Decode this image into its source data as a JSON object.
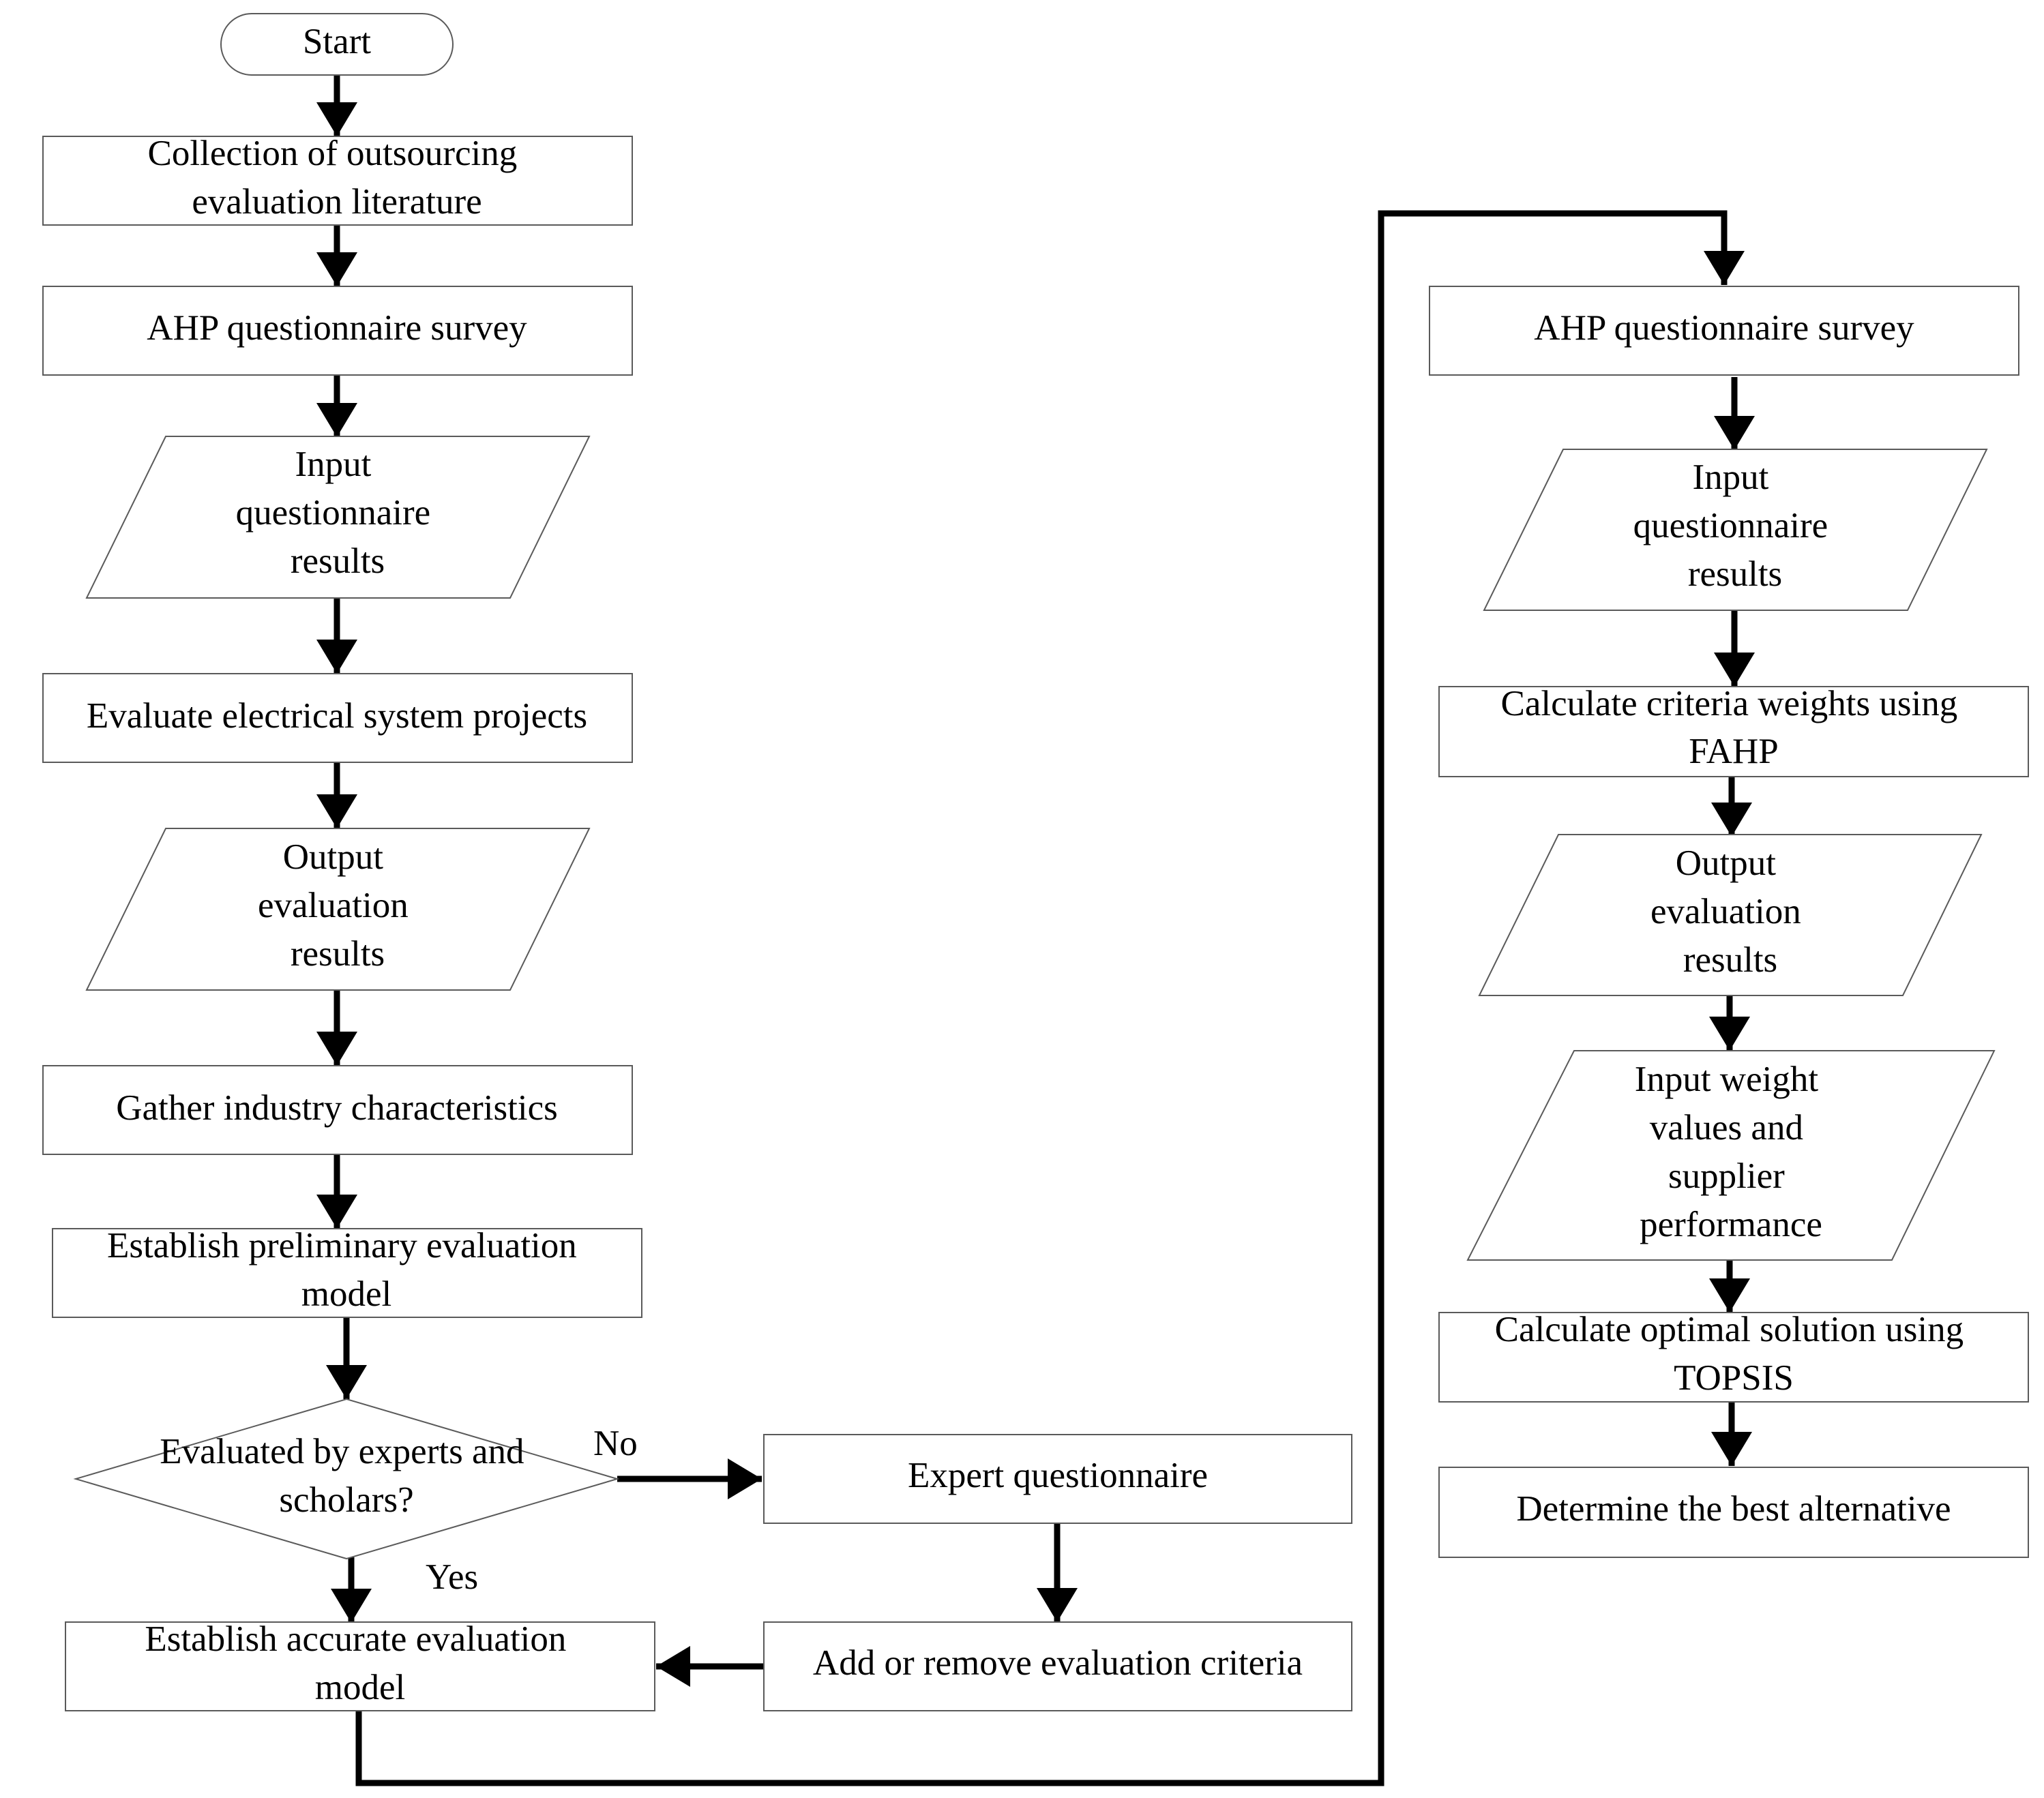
{
  "nodes": {
    "start": {
      "lines": [
        "Start"
      ]
    },
    "collect_literature": {
      "lines": [
        "Collection of outsourcing",
        "evaluation literature"
      ]
    },
    "ahp_survey_1": {
      "lines": [
        "AHP questionnaire survey"
      ]
    },
    "input_results_1": {
      "lines": [
        "Input",
        "questionnaire",
        "results"
      ]
    },
    "evaluate_projects": {
      "lines": [
        "Evaluate electrical system projects"
      ]
    },
    "output_results_1": {
      "lines": [
        "Output",
        "evaluation",
        "results"
      ]
    },
    "gather_characteristics": {
      "lines": [
        "Gather industry characteristics"
      ]
    },
    "preliminary_model": {
      "lines": [
        "Establish preliminary evaluation",
        "model"
      ]
    },
    "decision": {
      "lines": [
        "Evaluated by experts and",
        "scholars?"
      ]
    },
    "expert_questionnaire": {
      "lines": [
        "Expert questionnaire"
      ]
    },
    "add_remove_criteria": {
      "lines": [
        "Add or remove evaluation criteria"
      ]
    },
    "accurate_model": {
      "lines": [
        "Establish accurate evaluation",
        "model"
      ]
    },
    "ahp_survey_2": {
      "lines": [
        "AHP questionnaire survey"
      ]
    },
    "input_results_2": {
      "lines": [
        "Input",
        "questionnaire",
        "results"
      ]
    },
    "fahp_weights": {
      "lines": [
        "Calculate criteria weights using",
        "FAHP"
      ]
    },
    "output_results_2": {
      "lines": [
        "Output",
        "evaluation",
        "results"
      ]
    },
    "input_weights": {
      "lines": [
        "Input weight",
        "values and",
        "supplier",
        "performance"
      ]
    },
    "topsis_solution": {
      "lines": [
        "Calculate optimal solution using",
        "TOPSIS"
      ]
    },
    "best_alternative": {
      "lines": [
        "Determine the best alternative"
      ]
    }
  },
  "branches": {
    "no": "No",
    "yes": "Yes"
  }
}
